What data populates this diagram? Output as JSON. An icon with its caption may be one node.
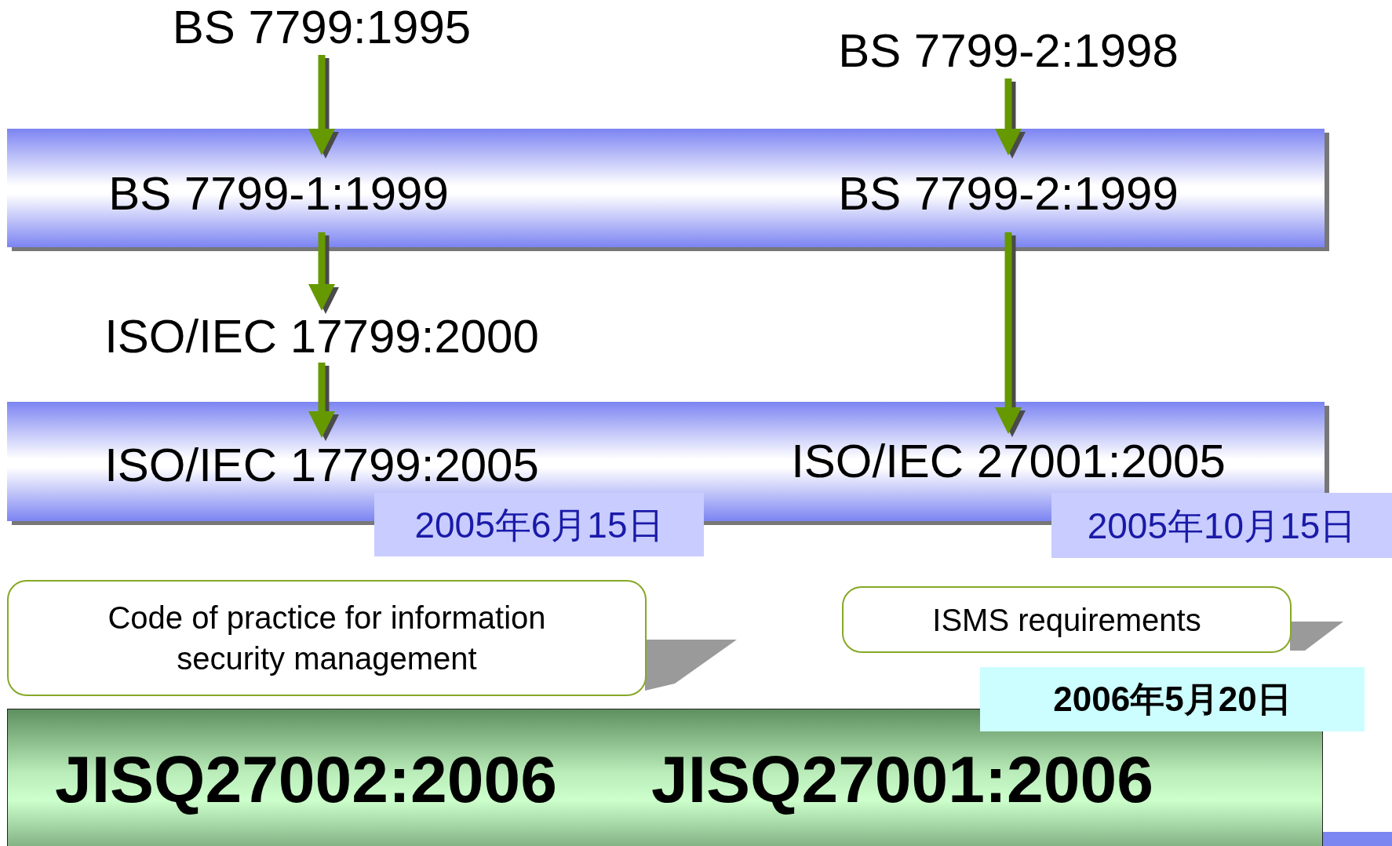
{
  "diagram": {
    "nodes": [
      {
        "text": [
          "BS 7799:1995"
        ]
      },
      {
        "text": [
          "BS 7799-2:1998"
        ]
      },
      {
        "text": [],
        "shape": "bar"
      },
      {
        "text": [
          "BS 7799-1:1999"
        ],
        "in": 2
      },
      {
        "text": [
          "BS 7799-2:1999"
        ],
        "in": 2
      },
      {
        "text": [
          "ISO/IEC 17799:2000"
        ]
      },
      {
        "text": [],
        "shape": "bar"
      },
      {
        "text": [
          "ISO/IEC 17799:2005"
        ],
        "in": 6
      },
      {
        "text": [
          "ISO/IEC 27001:2005"
        ],
        "in": 6
      },
      {
        "text": [
          "2005年6月15日"
        ]
      },
      {
        "text": [
          "2005年10月15日"
        ]
      },
      {
        "text": [
          "Code of practice for information security management"
        ]
      },
      {
        "text": [
          "ISMS requirements"
        ]
      },
      {
        "text": [
          "JISQ27002:2006",
          "JISQ27001:2006"
        ]
      },
      {
        "text": [
          "2006年5月20日"
        ]
      }
    ],
    "edges": [
      {
        "from": 0,
        "to": 3,
        "arrow": "to"
      },
      {
        "from": 3,
        "to": 5,
        "arrow": "to"
      },
      {
        "from": 5,
        "to": 7,
        "arrow": "to"
      },
      {
        "from": 1,
        "to": 4,
        "arrow": "to"
      },
      {
        "from": 4,
        "to": 8,
        "arrow": "to"
      }
    ]
  }
}
